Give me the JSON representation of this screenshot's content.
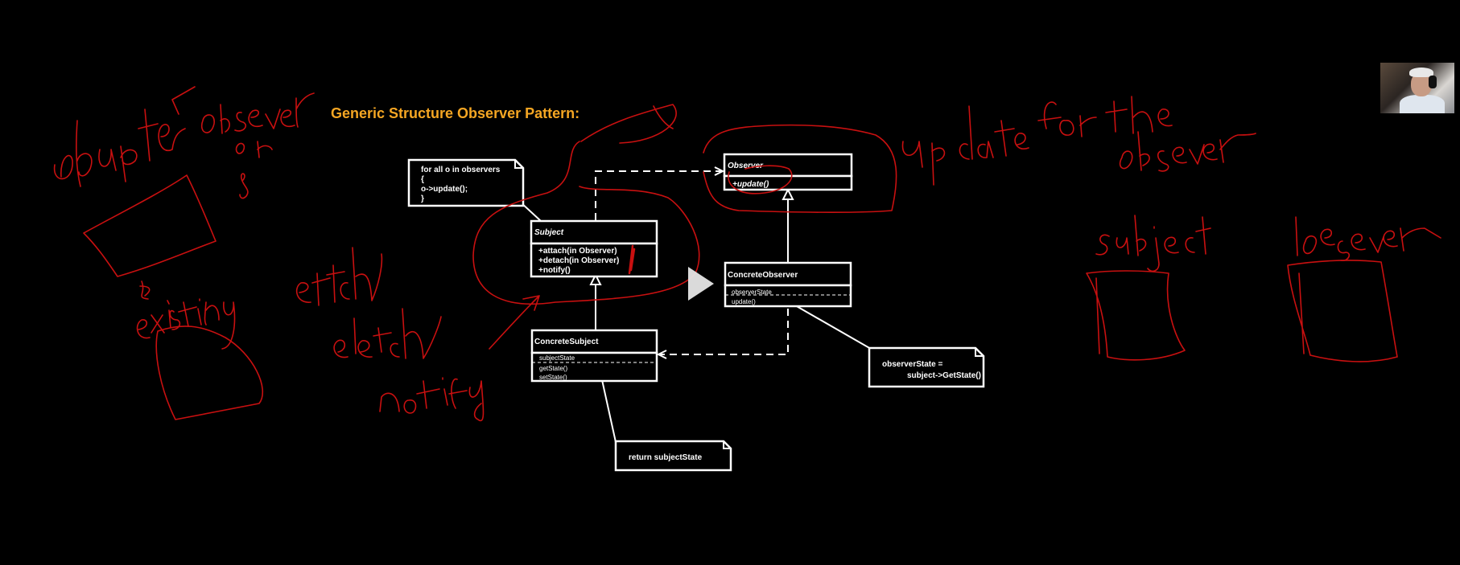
{
  "slide": {
    "title": "Generic Structure Observer Pattern:",
    "note_loop": [
      "for all o in observers",
      "{",
      "o->update();",
      "}"
    ],
    "subject": {
      "name": "Subject",
      "methods": [
        "+attach(in Observer)",
        "+detach(in Observer)",
        "+notify()"
      ]
    },
    "observer": {
      "name": "Observer",
      "methods": [
        "+update()"
      ]
    },
    "concrete_observer": {
      "name": "ConcreteObserver",
      "attributes": [
        "observerState"
      ],
      "methods": [
        "update()"
      ]
    },
    "concrete_subject": {
      "name": "ConcreteSubject",
      "attributes": [
        "subjectState"
      ],
      "methods": [
        "getState()",
        "setState()"
      ]
    },
    "note_observer_state": [
      "observerState =",
      "subject->GetState()"
    ],
    "note_return": "return subjectState"
  },
  "colors": {
    "background": "#000000",
    "title": "#f5a623",
    "ink": "#d01010",
    "diagram": "#ffffff"
  },
  "player": {
    "play_icon": "play-icon"
  },
  "webcam": {
    "icon": "presenter-video-thumbnail"
  }
}
